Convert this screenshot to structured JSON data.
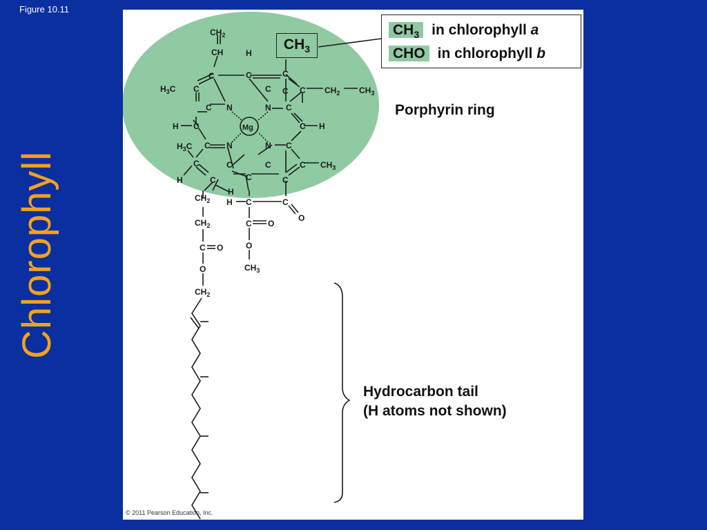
{
  "figure_label": "Figure 10.11",
  "side_title": "Chlorophyll",
  "legend": {
    "row_a": {
      "group": "CH",
      "sub": "3",
      "text": "in chlorophyll ",
      "letter": "a"
    },
    "row_b": {
      "group": "CHO",
      "text": "in chlorophyll ",
      "letter": "b"
    }
  },
  "highlight_group": {
    "base": "CH",
    "sub": "3"
  },
  "porphyrin_label": "Porphyrin ring",
  "tail_label_line1": "Hydrocarbon tail",
  "tail_label_line2": "(H atoms not shown)",
  "copyright": "© 2011 Pearson Education, Inc.",
  "center_atom": "Mg",
  "colors": {
    "background": "#0a2fa0",
    "title": "#f2a31c",
    "ring_fill": "#8fcaa2"
  }
}
